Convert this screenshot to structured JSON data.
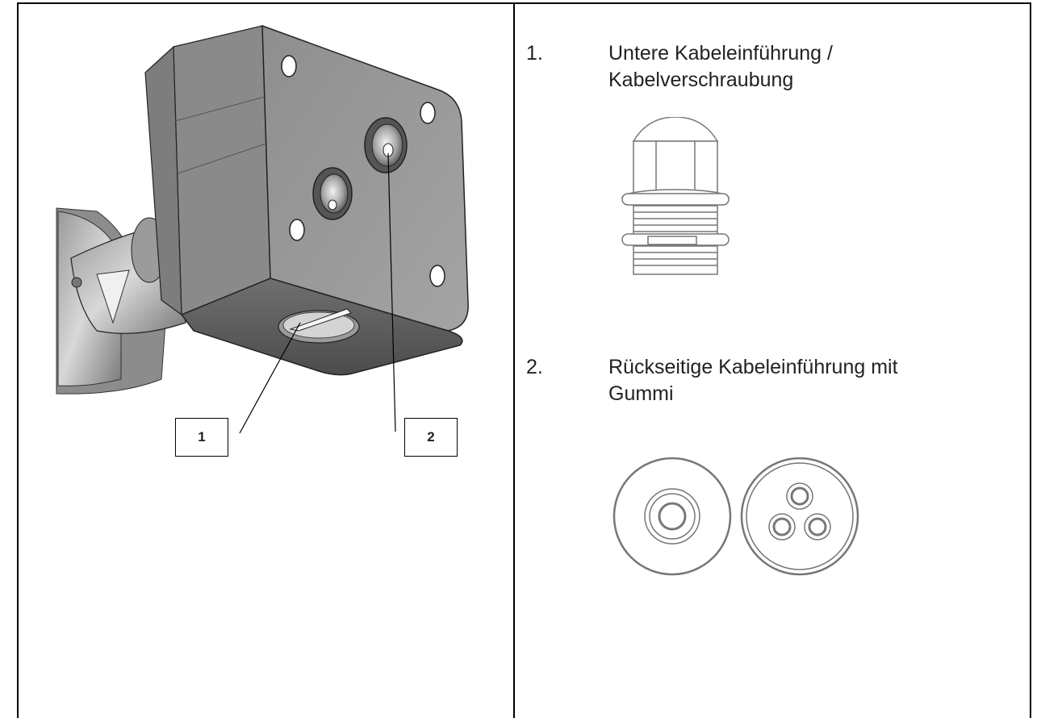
{
  "callouts": {
    "one": "1",
    "two": "2"
  },
  "items": [
    {
      "number": "1.",
      "text_line1": "Untere Kabeleinführung /",
      "text_line2": "Kabelverschraubung"
    },
    {
      "number": "2.",
      "text_line1": "Rückseitige Kabeleinführung mit",
      "text_line2": "Gummi"
    }
  ]
}
